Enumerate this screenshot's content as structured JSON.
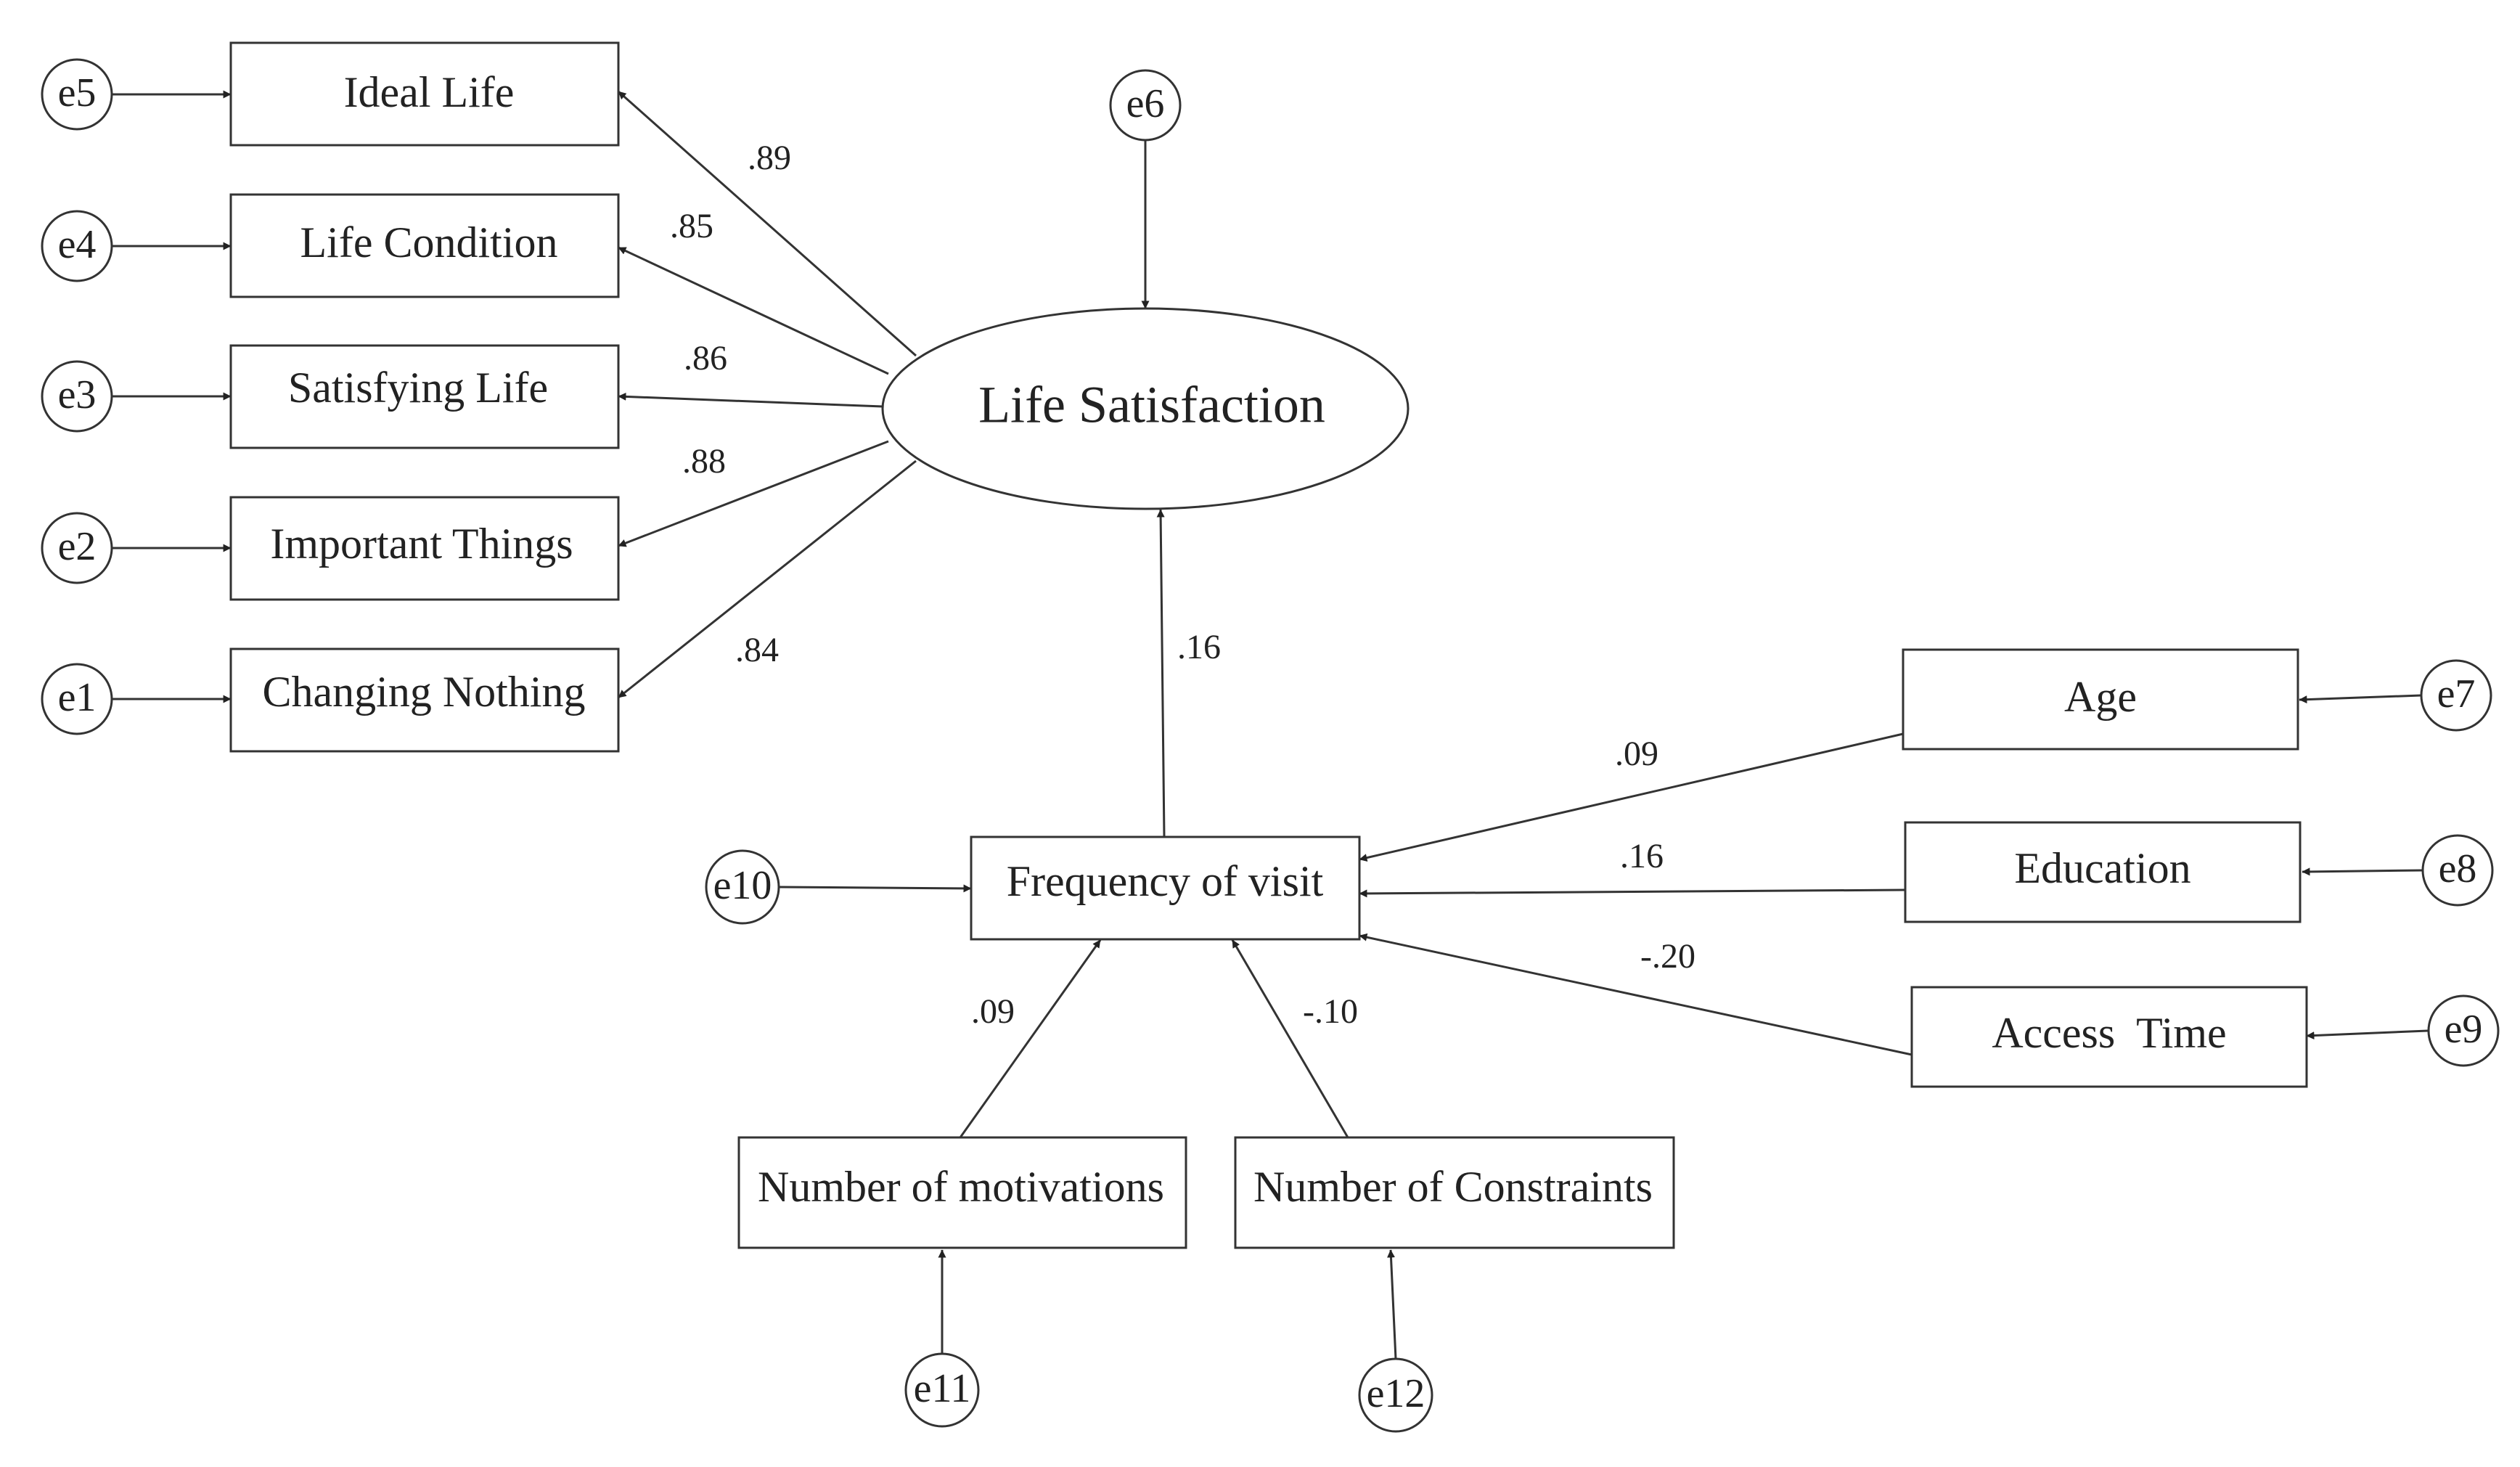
{
  "latent": {
    "id": "life-satisfaction",
    "label": "Life Satisfaction"
  },
  "indicators": [
    {
      "id": "ideal-life",
      "label": "Ideal Life",
      "error": "e5",
      "loading": ".89"
    },
    {
      "id": "life-condition",
      "label": "Life Condition",
      "error": "e4",
      "loading": ".85"
    },
    {
      "id": "satisfying-life",
      "label": "Satisfying Life",
      "error": "e3",
      "loading": ".86"
    },
    {
      "id": "important-things",
      "label": "Important Things",
      "error": "e2",
      "loading": ".88"
    },
    {
      "id": "changing-nothing",
      "label": "Changing Nothing",
      "error": "e1",
      "loading": ".84"
    }
  ],
  "latent_error": "e6",
  "mediator": {
    "id": "frequency-of-visit",
    "label": "Frequency of visit",
    "error": "e10",
    "to_latent": ".16"
  },
  "right_predictors": [
    {
      "id": "age",
      "label": "Age",
      "error": "e7",
      "coef": ".09"
    },
    {
      "id": "education",
      "label": "Education",
      "error": "e8",
      "coef": ".16"
    },
    {
      "id": "access-time",
      "label": "Access  Time",
      "error": "e9",
      "coef": "-.20"
    }
  ],
  "bottom_predictors": [
    {
      "id": "number-of-motivations",
      "label": "Number of motivations",
      "error": "e11",
      "coef": ".09"
    },
    {
      "id": "number-of-constraints",
      "label": "Number of Constraints",
      "error": "e12",
      "coef": "-.10"
    }
  ]
}
